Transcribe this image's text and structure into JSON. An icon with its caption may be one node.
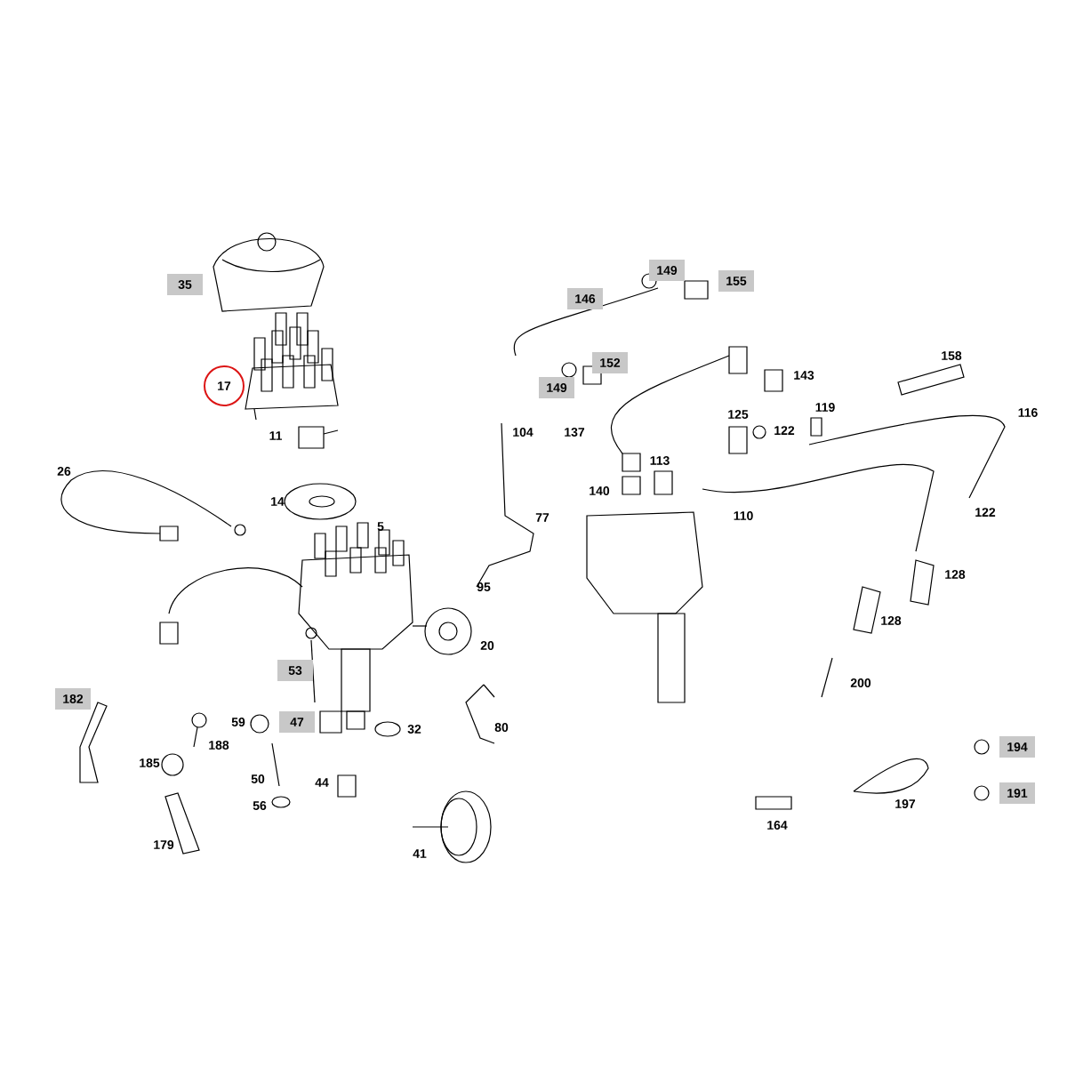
{
  "diagram": {
    "nodes": [
      {
        "text": [
          "35"
        ]
      },
      {
        "text": [
          "146"
        ]
      },
      {
        "text": [
          "149"
        ]
      },
      {
        "text": [
          "155"
        ]
      },
      {
        "text": [
          "152"
        ]
      },
      {
        "text": [
          "17"
        ]
      },
      {
        "text": [
          "149"
        ]
      },
      {
        "text": [
          "53"
        ]
      },
      {
        "text": [
          "182"
        ]
      },
      {
        "text": [
          "47"
        ]
      },
      {
        "text": [
          "194"
        ]
      },
      {
        "text": [
          "191"
        ]
      }
    ],
    "labels": [
      "158",
      "143",
      "11",
      "104",
      "125",
      "119",
      "122",
      "116",
      "137",
      "113",
      "26",
      "140",
      "14",
      "77",
      "110",
      "122",
      "5",
      "128",
      "95",
      "128",
      "20",
      "200",
      "59",
      "32",
      "80",
      "188",
      "185",
      "50",
      "44",
      "56",
      "197",
      "164",
      "179",
      "41"
    ]
  }
}
